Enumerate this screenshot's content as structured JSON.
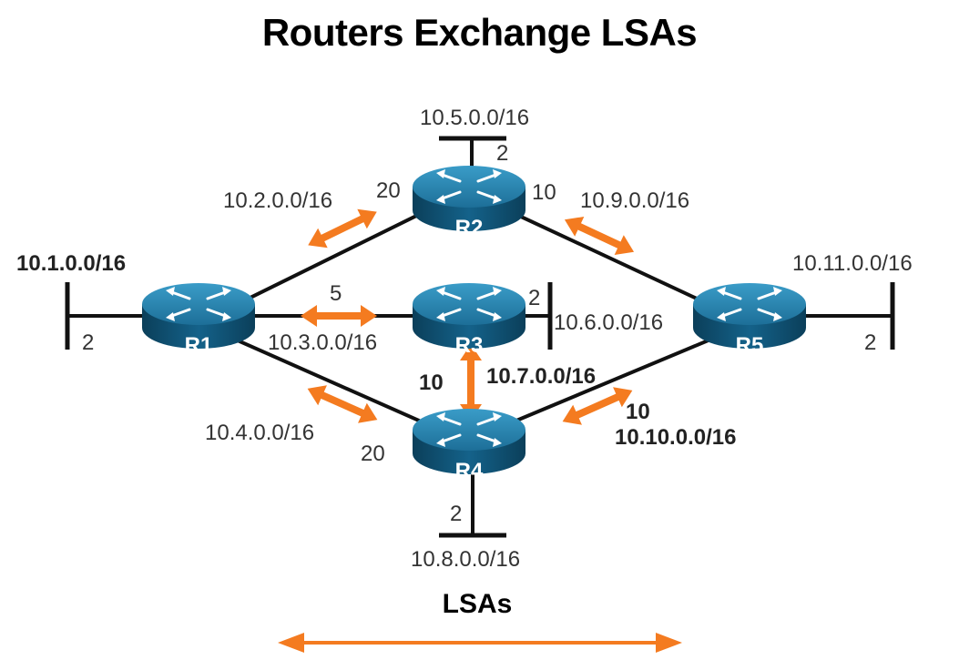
{
  "title": "Routers Exchange LSAs",
  "colors": {
    "link": "#111111",
    "lsa_arrow": "#F47B20",
    "router_top": "#2c89b3",
    "router_body": "#0d4f6e",
    "text": "#333333"
  },
  "routers": [
    {
      "id": "r1",
      "label": "R1"
    },
    {
      "id": "r2",
      "label": "R2"
    },
    {
      "id": "r3",
      "label": "R3"
    },
    {
      "id": "r4",
      "label": "R4"
    },
    {
      "id": "r5",
      "label": "R5"
    }
  ],
  "networks": {
    "n1": "10.1.0.0/16",
    "n2": "10.2.0.0/16",
    "n3": "10.3.0.0/16",
    "n4": "10.4.0.0/16",
    "n5": "10.5.0.0/16",
    "n6": "10.6.0.0/16",
    "n7": "10.7.0.0/16",
    "n8": "10.8.0.0/16",
    "n9": "10.9.0.0/16",
    "n10": "10.10.0.0/16",
    "n11": "10.11.0.0/16"
  },
  "costs": {
    "r1_stub": "2",
    "r1_r2": "20",
    "r1_r3": "5",
    "r1_r4": "20",
    "r2_stub": "2",
    "r2_r5": "10",
    "r3_stub": "2",
    "r3_r4": "10",
    "r4_stub": "2",
    "r4_r5": "10",
    "r5_stub": "2"
  },
  "legend": {
    "label": "LSAs"
  }
}
